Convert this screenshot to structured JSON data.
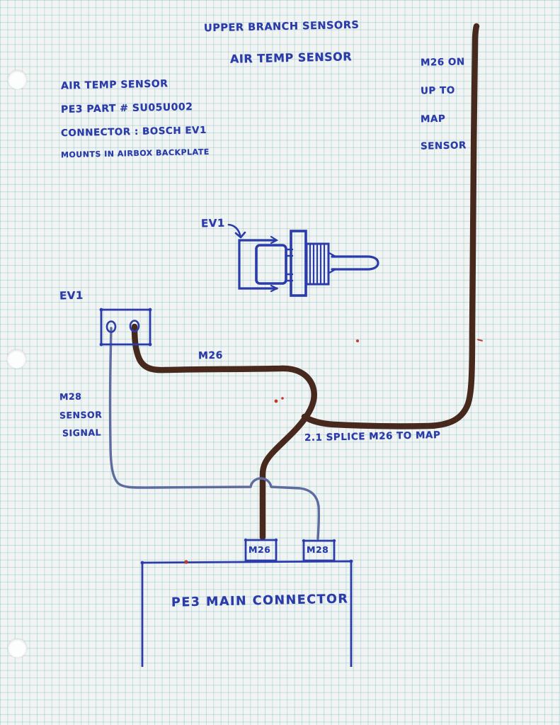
{
  "document": {
    "title_line1": "UPPER BRANCH SENSORS",
    "title_line2": "AIR TEMP SENSOR"
  },
  "sensor_info": {
    "lines": [
      "AIR TEMP SENSOR",
      "PE3 PART # SU05U002",
      "CONNECTOR : BOSCH EV1",
      "MOUNTS IN AIRBOX BACKPLATE"
    ]
  },
  "map_note": {
    "lines": [
      "M26 ON",
      "UP TO",
      "MAP",
      "SENSOR"
    ]
  },
  "m28_note": {
    "lines": [
      "M28",
      "SENSOR",
      "SIGNAL"
    ]
  },
  "splice_note": "2.1 SPLICE M26 TO MAP",
  "labels": {
    "sensor_pointer": "EV1",
    "connector_box": "EV1",
    "m26_wire": "M26",
    "pin_m26": "M26",
    "pin_m28": "M28",
    "main_connector": "PE3 MAIN CONNECTOR"
  },
  "colors": {
    "ink_blue": "#2b3caa",
    "wire_blue": "#5d6b9e",
    "wire_brown": "#46281d",
    "grid_teal": "#7ebcc1",
    "paper": "#f1f4f2",
    "red_speck": "#c0392b"
  }
}
